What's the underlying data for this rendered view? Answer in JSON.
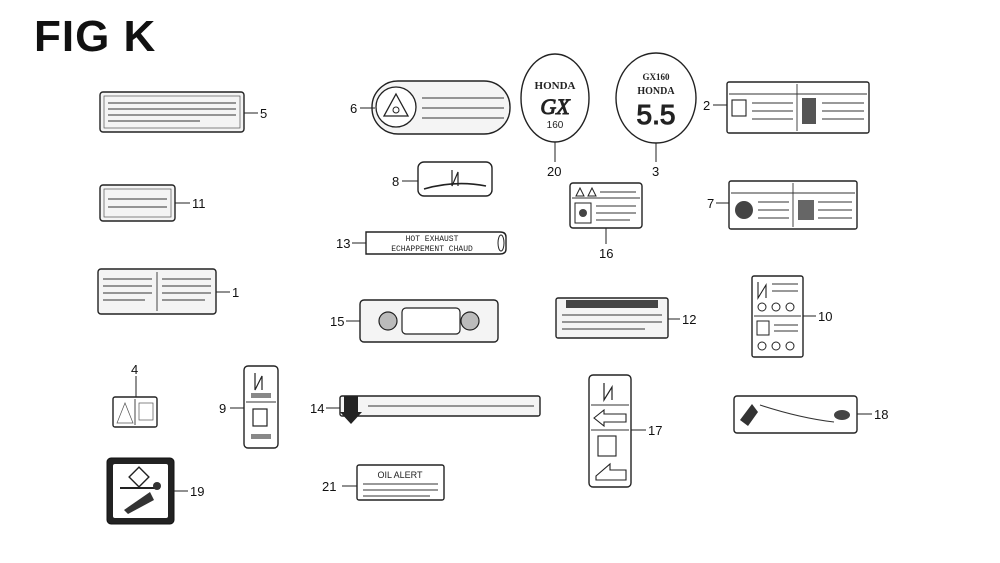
{
  "figure": {
    "title": "FIG K"
  },
  "labels": {
    "hot_exhaust": {
      "line1": "HOT EXHAUST",
      "line2": "ECHAPPEMENT CHAUD"
    },
    "oil_alert": {
      "title": "OIL ALERT"
    },
    "honda_gx160": {
      "brand": "HONDA",
      "model": "GX",
      "number": "160"
    },
    "honda_55": {
      "top": "GX160",
      "brand": "HONDA",
      "value": "5.5"
    }
  },
  "callouts": {
    "c1": "1",
    "c2": "2",
    "c3": "3",
    "c4": "4",
    "c5": "5",
    "c6": "6",
    "c7": "7",
    "c8": "8",
    "c9": "9",
    "c10": "10",
    "c11": "11",
    "c12": "12",
    "c13": "13",
    "c14": "14",
    "c15": "15",
    "c16": "16",
    "c17": "17",
    "c18": "18",
    "c19": "19",
    "c20": "20",
    "c21": "21"
  }
}
